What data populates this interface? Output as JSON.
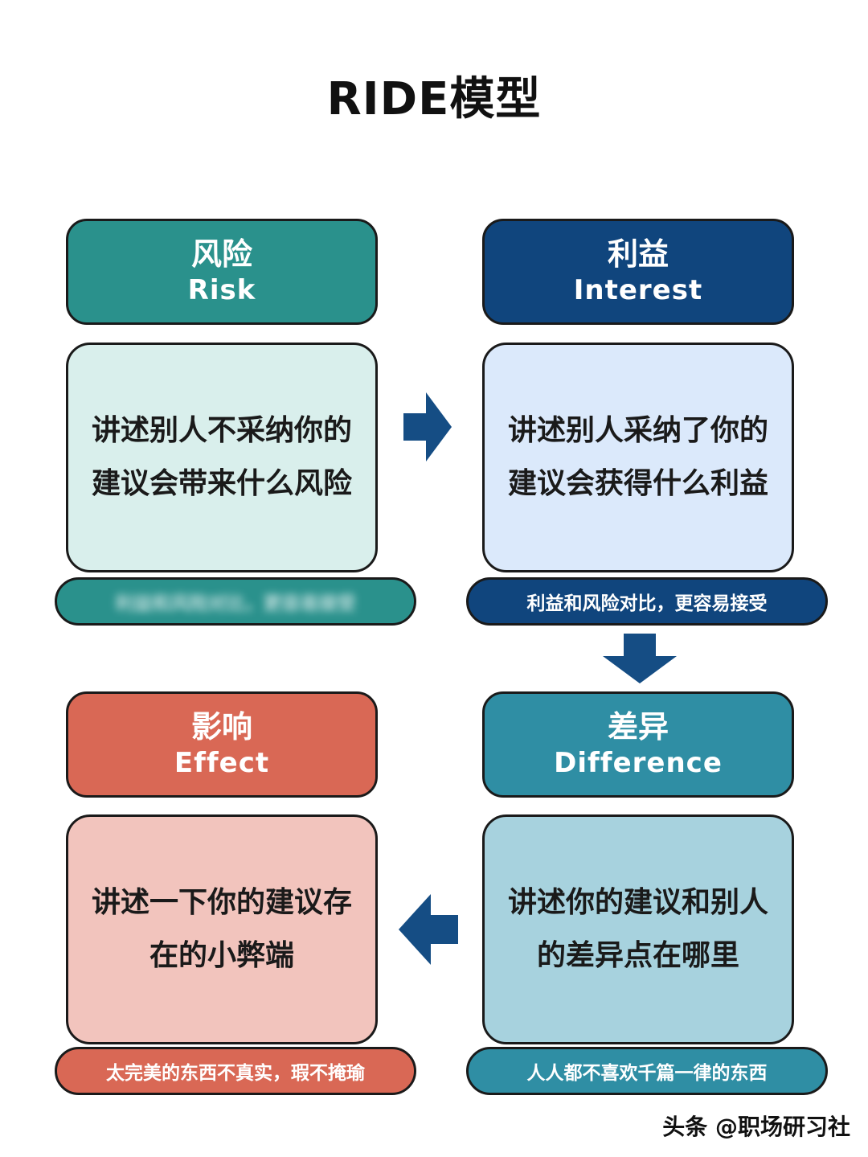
{
  "title": "RIDE模型",
  "colors": {
    "risk": "#2a918c",
    "interest": "#10457d",
    "effect": "#d96855",
    "difference": "#2f8ea4",
    "risk_body": "#d9efec",
    "interest_body": "#dbe9fb",
    "effect_body": "#f2c4bd",
    "difference_body": "#a7d2de",
    "arrow": "#154d84"
  },
  "risk": {
    "title_zh": "风险",
    "title_en": "Risk",
    "body_line1": "讲述别人不采纳你的",
    "body_line2": "建议会带来什么风险",
    "note": "利益和风险对比，更容易接受"
  },
  "interest": {
    "title_zh": "利益",
    "title_en": "Interest",
    "body_line1": "讲述别人采纳了你的",
    "body_line2": "建议会获得什么利益",
    "note": "利益和风险对比，更容易接受"
  },
  "effect": {
    "title_zh": "影响",
    "title_en": "Effect",
    "body_line1": "讲述一下你的建议存",
    "body_line2": "在的小弊端",
    "note": "太完美的东西不真实，瑕不掩瑜"
  },
  "difference": {
    "title_zh": "差异",
    "title_en": "Difference",
    "body_line1": "讲述你的建议和别人",
    "body_line2": "的差异点在哪里",
    "note": "人人都不喜欢千篇一律的东西"
  },
  "watermark": "头条 @职场研习社"
}
